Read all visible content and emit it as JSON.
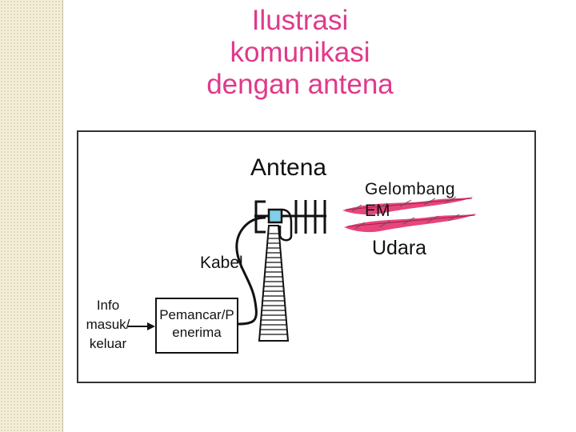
{
  "title": {
    "line1": "Ilustrasi",
    "line2": "komunikasi",
    "line3": "dengan  antena"
  },
  "labels": {
    "antena": "Antena",
    "gelombang": "Gelombang",
    "em": "EM",
    "udara": "Udara",
    "kabel": "Kabel",
    "info": "Info masuk/ keluar",
    "transceiver": "Pemancar/Penerima"
  },
  "colors": {
    "title": "#e0398a",
    "wave": "#e8457a",
    "antenna_element": "#7fd0e8",
    "strip": "#f4efd8"
  }
}
